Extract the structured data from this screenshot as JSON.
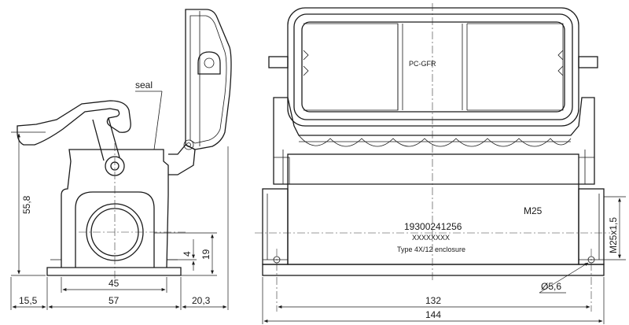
{
  "side_view": {
    "seal_label": "seal",
    "dims": {
      "height_total": "55,8",
      "base_left": "15,5",
      "base_width": "57",
      "right_overhang": "20,3",
      "inner_width": "45",
      "gland_small": "4",
      "gland_height": "19"
    }
  },
  "front_view": {
    "cover_text": "PC-GFR",
    "thread_label": "M25",
    "part_number": "19300241256",
    "part_sub": "XXXXXXXX",
    "part_desc": "Type 4X/12 enclosure",
    "dims": {
      "hole_spacing": "132",
      "overall_width": "144",
      "hole_dia": "Ø5,6",
      "thread": "M25x1,5"
    }
  }
}
